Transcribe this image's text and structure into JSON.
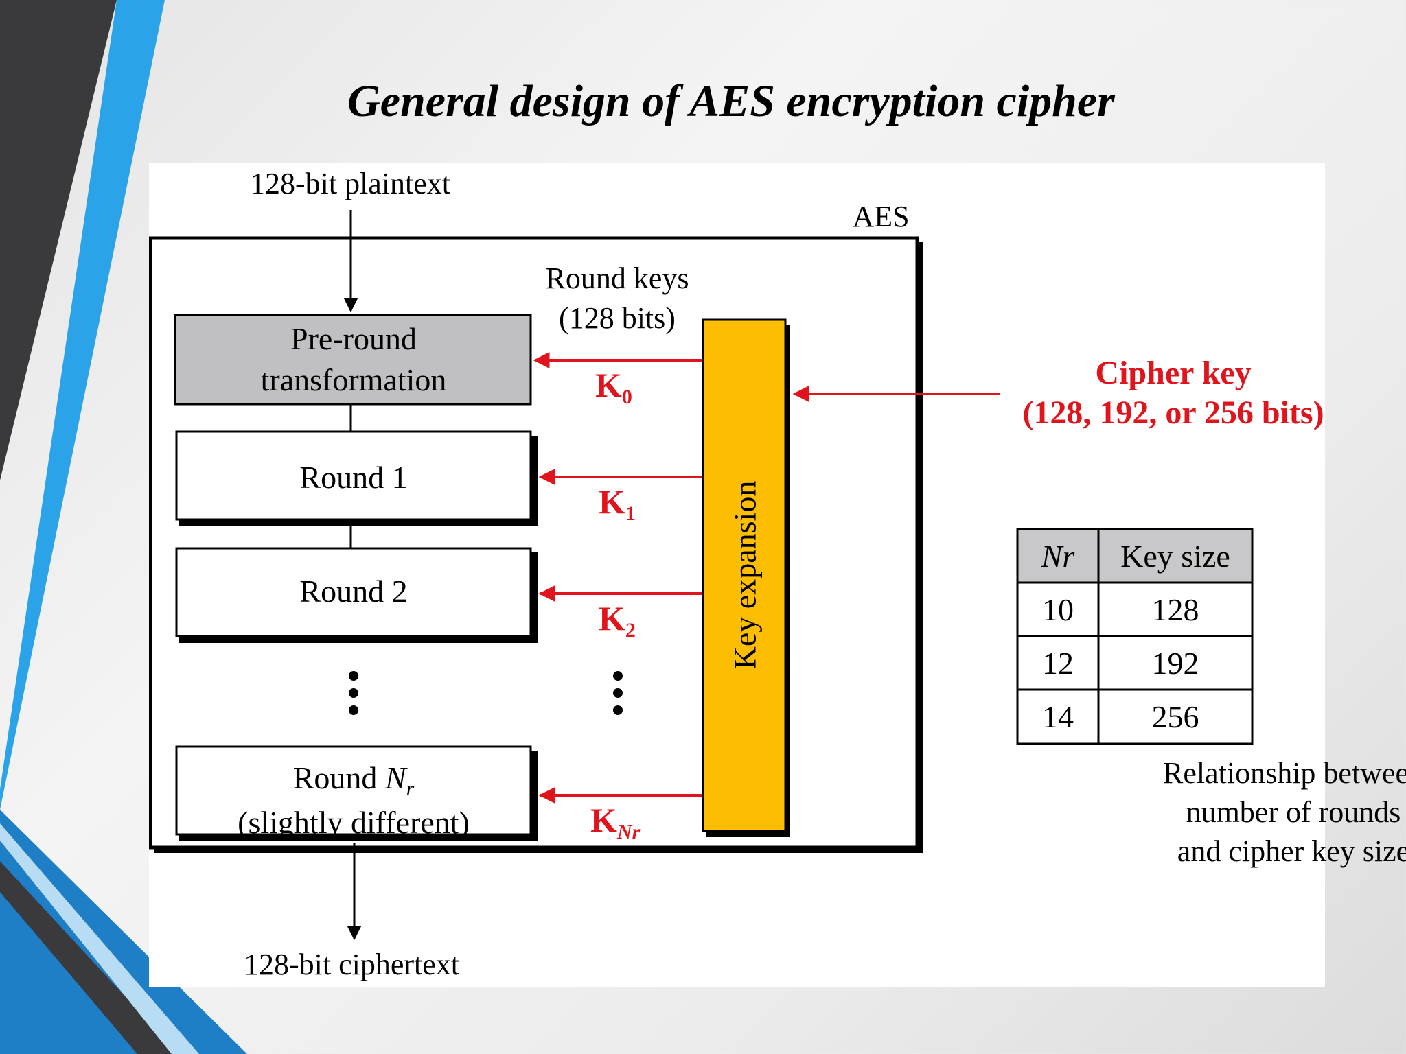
{
  "title": "General design of AES encryption cipher",
  "diagram": {
    "input_label": "128-bit plaintext",
    "output_label": "128-bit ciphertext",
    "container_label": "AES",
    "round_keys_label_line1": "Round keys",
    "round_keys_label_line2": "(128 bits)",
    "pre_round_line1": "Pre-round",
    "pre_round_line2": "transformation",
    "round1": "Round 1",
    "round2": "Round 2",
    "round_nr_prefix": "Round ",
    "round_nr_var": "N",
    "round_nr_sub": "r",
    "round_nr_line2": "(slightly different)",
    "key_expansion": "Key expansion",
    "cipher_key_line1": "Cipher key",
    "cipher_key_line2": "(128, 192, or 256 bits)",
    "keys": [
      {
        "base": "K",
        "sub": "0"
      },
      {
        "base": "K",
        "sub": "1"
      },
      {
        "base": "K",
        "sub": "2"
      },
      {
        "base": "K",
        "sub": "Nr"
      }
    ],
    "colors": {
      "pre_round_fill": "#c0bfc2",
      "key_expansion_fill": "#fdbd00",
      "arrow_red": "#e0141c",
      "table_header_fill": "#c8c8ca"
    }
  },
  "table": {
    "headers": [
      "Nr",
      "Key size"
    ],
    "rows": [
      [
        "10",
        "128"
      ],
      [
        "12",
        "192"
      ],
      [
        "14",
        "256"
      ]
    ],
    "caption_line1": "Relationship between",
    "caption_line2": "number of rounds",
    "caption_line3": "and cipher key size"
  }
}
